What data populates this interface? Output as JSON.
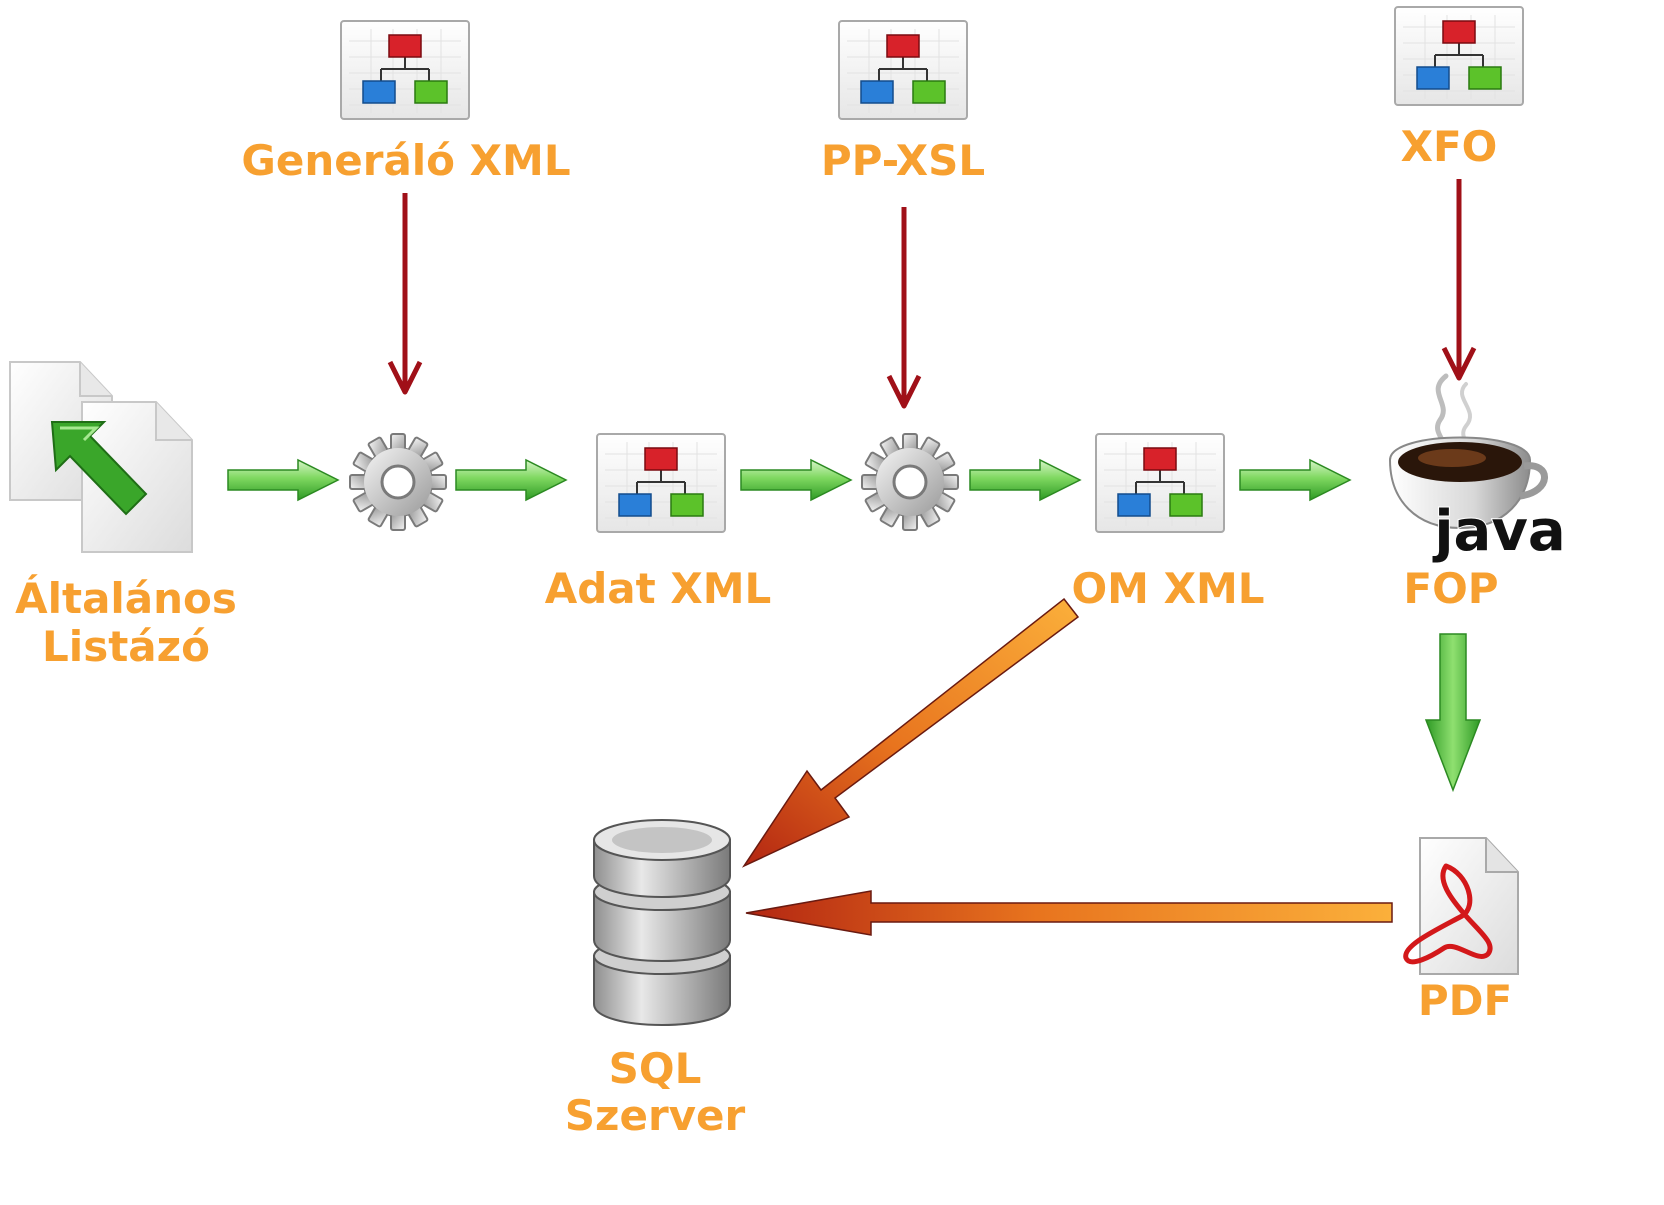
{
  "nodes": {
    "generalo_xml": {
      "label": "Generáló XML"
    },
    "pp_xsl": {
      "label": "PP-XSL"
    },
    "xfo": {
      "label": "XFO"
    },
    "altalanos_listazo": {
      "line1": "Általános",
      "line2": "Listázó"
    },
    "adat_xml": {
      "label": "Adat XML"
    },
    "om_xml": {
      "label": "OM XML"
    },
    "fop": {
      "label": "FOP",
      "logo_text": "java"
    },
    "pdf": {
      "label": "PDF"
    },
    "sql_szerver": {
      "line1": "SQL",
      "line2": "Szerver"
    }
  },
  "colors": {
    "label": "#f7a030",
    "dependency_arrow": "#a01018",
    "flow_arrow": "#4cb43a",
    "storage_arrow": "#f39a2e"
  }
}
